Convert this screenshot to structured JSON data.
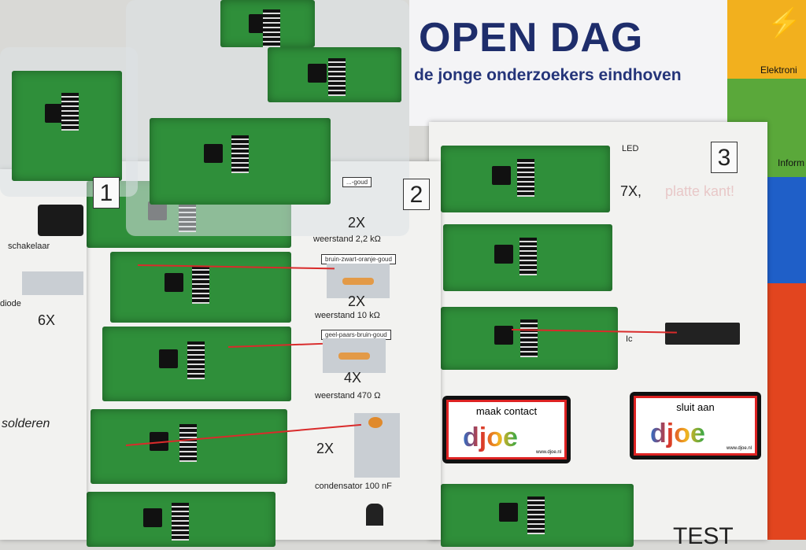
{
  "poster": {
    "title": "OPEN DAG",
    "subtitle": "de jonge onderzoekers eindhoven"
  },
  "side_strips": [
    {
      "label": "Elektroni",
      "color": "#f2b01e"
    },
    {
      "label": "Inform",
      "color": "#5aa83a"
    },
    {
      "label": "",
      "color": "#1f5fc8"
    },
    {
      "label": "",
      "color": "#e2451f"
    }
  ],
  "sheet1": {
    "number": "1",
    "items": [
      "schakelaar",
      "diode",
      "6X",
      "solderen"
    ]
  },
  "sheet2": {
    "number": "2",
    "items": [
      {
        "code": "...-goud",
        "count": "2X",
        "name": "weerstand 2,2 kΩ"
      },
      {
        "code": "bruin-zwart-oranje-goud",
        "count": "2X",
        "name": "weerstand 10 kΩ"
      },
      {
        "code": "geel-paars-bruin-goud",
        "count": "4X",
        "name": "weerstand 470 Ω"
      },
      {
        "code": "",
        "count": "2X",
        "name": "condensator 100 nF"
      }
    ]
  },
  "sheet3": {
    "number": "3",
    "led_label": "LED",
    "led_count": "7X,",
    "led_note": "platte kant!",
    "ic_label": "Ic",
    "cards": [
      {
        "text": "maak contact",
        "brand": "djoe",
        "url": "www.djoe.nl"
      },
      {
        "text": "sluit aan",
        "brand": "djoe",
        "url": "www.djoe.nl"
      }
    ],
    "bottom_text": "TEST"
  }
}
